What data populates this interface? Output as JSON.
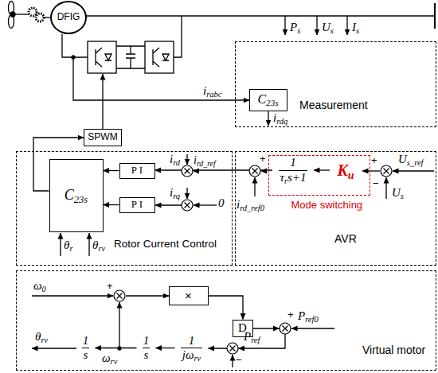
{
  "diagram": {
    "nodes": [
      {
        "text": [
          "DFIG"
        ]
      },
      {
        "text": [
          "Measurement"
        ]
      },
      {
        "text": [
          "C23s"
        ],
        "in": 1
      },
      {
        "text": [
          "SPWM"
        ]
      },
      {
        "text": [
          "Rotor Current Control"
        ]
      },
      {
        "text": [
          "C23s"
        ],
        "in": 4
      },
      {
        "text": [
          "P I"
        ],
        "in": 4
      },
      {
        "text": [
          "P I"
        ],
        "in": 4
      },
      {
        "text": [
          "AVR"
        ]
      },
      {
        "text": [
          "Mode switching"
        ],
        "in": 8
      },
      {
        "text": [
          "1",
          "τrs+1"
        ],
        "in": 9
      },
      {
        "text": [
          "Ku"
        ],
        "in": 9
      },
      {
        "text": [
          "Virtual motor"
        ]
      },
      {
        "text": [
          "×"
        ],
        "in": 12
      },
      {
        "text": [
          "D"
        ],
        "in": 12
      },
      {
        "text": [
          "1",
          "jωrv"
        ],
        "in": 12
      },
      {
        "text": [
          "1",
          "s"
        ],
        "in": 12
      },
      {
        "text": [
          "1",
          "s"
        ],
        "in": 12
      }
    ],
    "edges": [
      {
        "from": 11,
        "to": 10,
        "arrow": "to"
      },
      {
        "from": 10,
        "to": 6,
        "arrow": "to"
      },
      {
        "from": 6,
        "to": 5,
        "arrow": "to"
      },
      {
        "from": 7,
        "to": 5,
        "arrow": "to"
      },
      {
        "from": 5,
        "to": 3,
        "arrow": "to"
      },
      {
        "from": 13,
        "to": 14,
        "arrow": "to"
      },
      {
        "from": 14,
        "to": 15,
        "arrow": "to"
      },
      {
        "from": 15,
        "to": 16,
        "arrow": "to"
      },
      {
        "from": 16,
        "to": 17,
        "arrow": "to"
      }
    ],
    "labels": [
      "Ps",
      "Us",
      "Is",
      "irabc",
      "irdq",
      "ird",
      "ird_ref",
      "irq",
      "0",
      "θr",
      "θrv",
      "+",
      "ird_ref0",
      "Us_ref",
      "+",
      "−",
      "Us",
      "ω0",
      "+",
      "Pref",
      "Pref0",
      "+",
      "−",
      "ωrv",
      "θrv"
    ]
  }
}
